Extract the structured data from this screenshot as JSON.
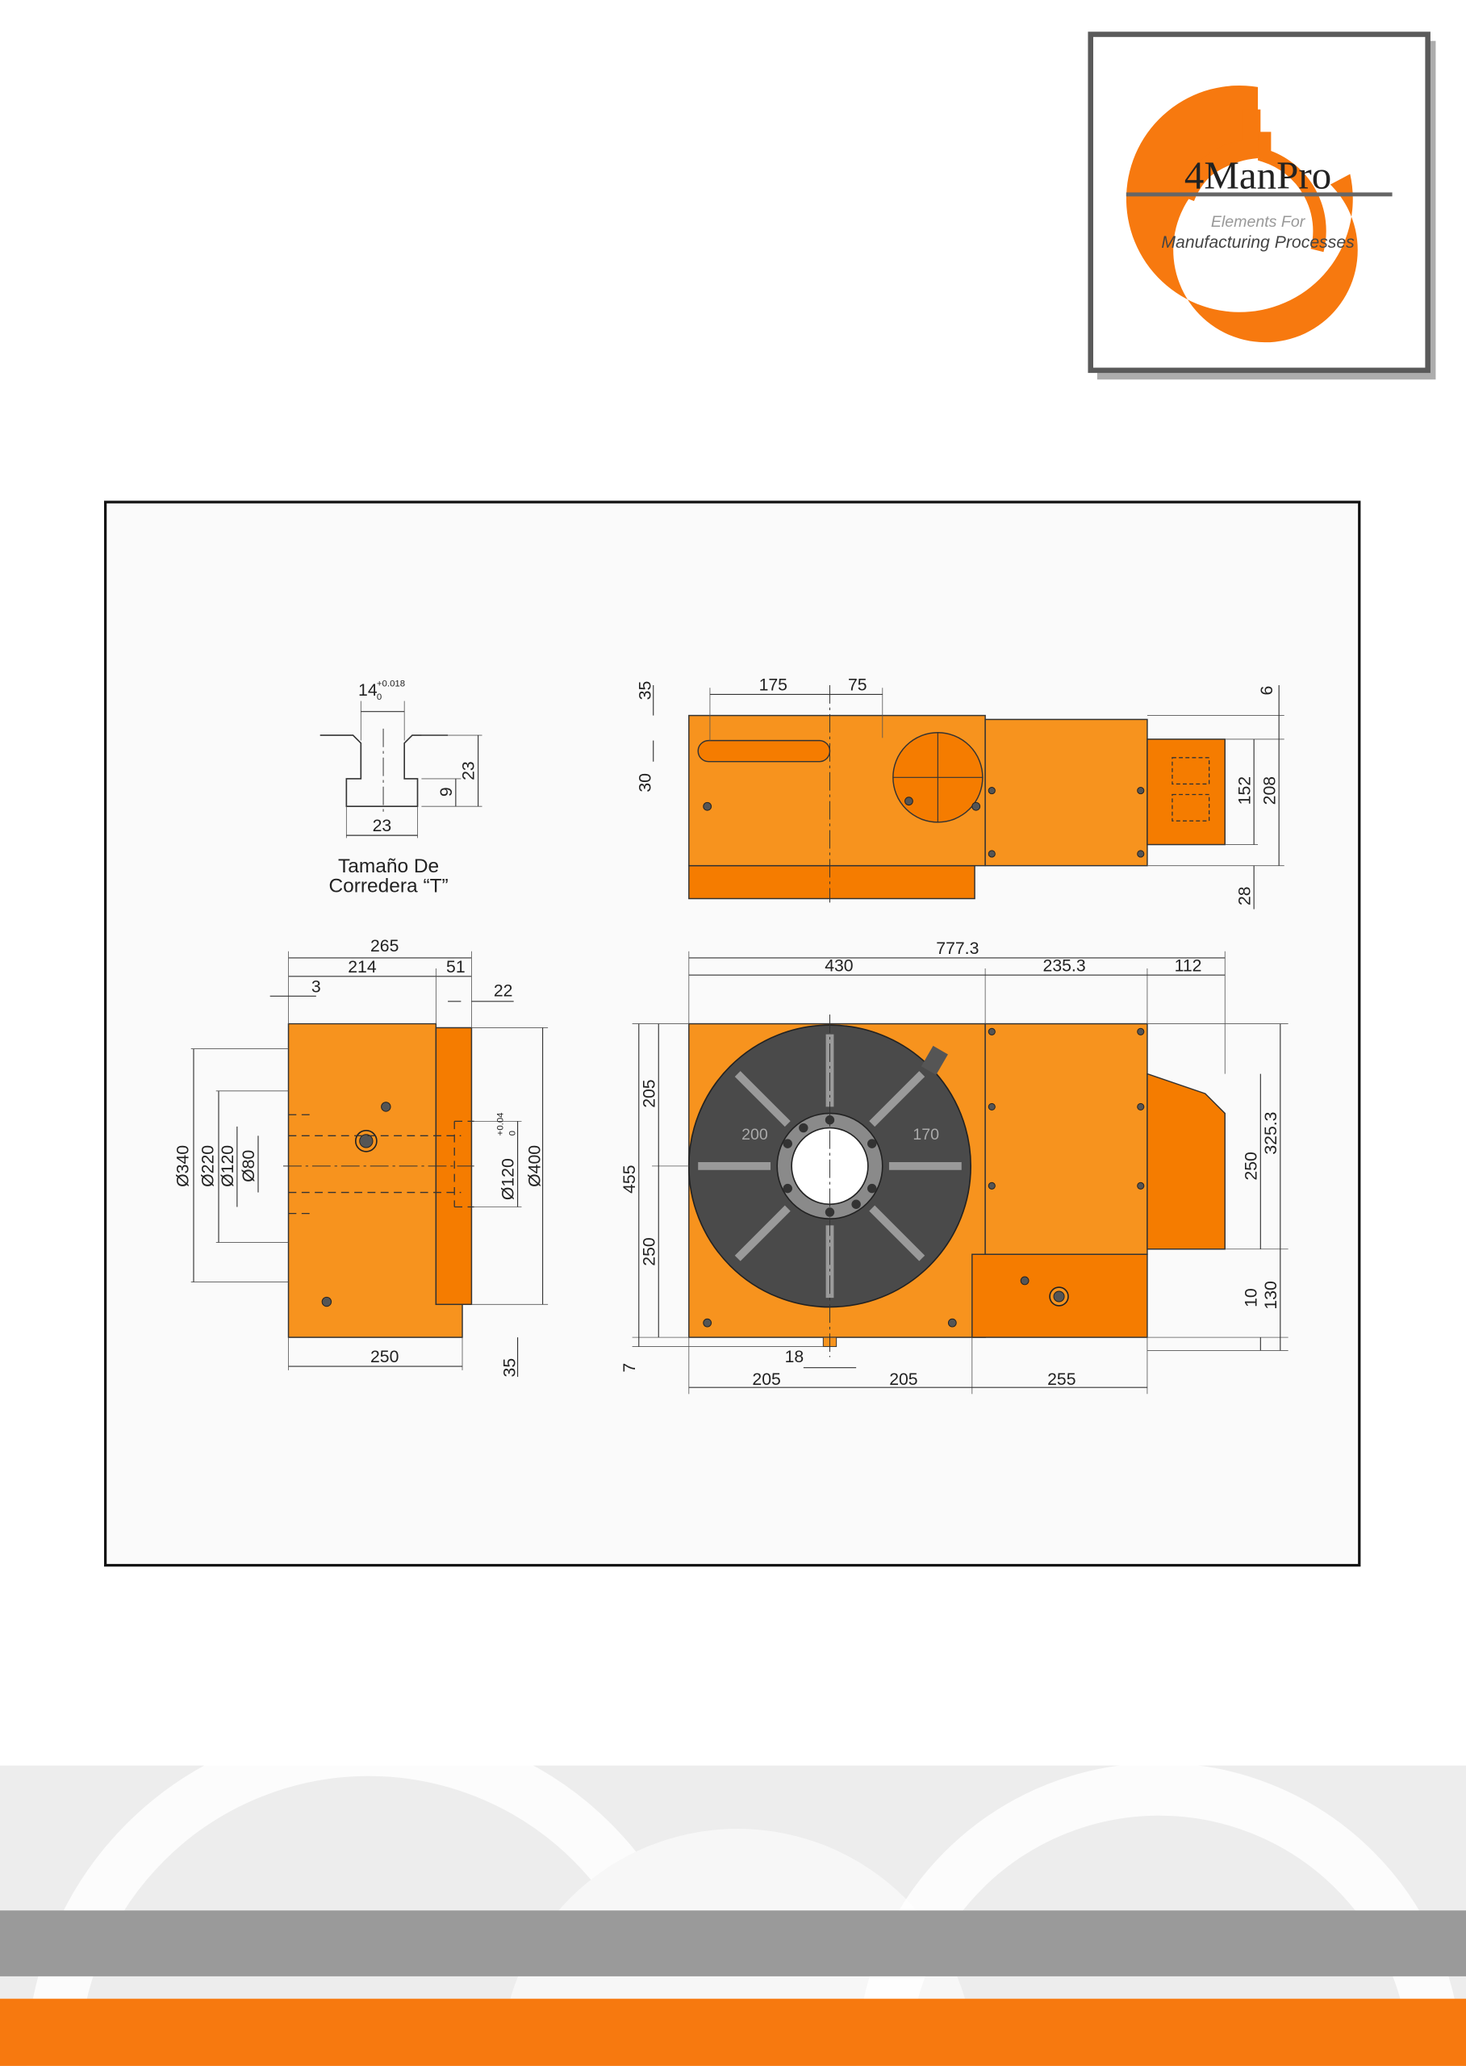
{
  "logo": {
    "brand": "4ManPro",
    "tagline_1": "Elements For",
    "tagline_2": "Manufacturing Processes"
  },
  "colors": {
    "orange": "#f7931e",
    "orange_dark": "#f57c00",
    "table_gray": "#4a4a4a",
    "footer_gray": "#9a9a9a",
    "footer_orange": "#f7790f"
  },
  "tslot": {
    "width": "14",
    "tol_upper": "+0.018",
    "tol_lower": "0",
    "height": "23",
    "head": "9",
    "base": "23",
    "caption_1": "Tamaño De",
    "caption_2": "Corredera “T”"
  },
  "top_view": {
    "d175": "175",
    "d75": "75",
    "d35": "35",
    "d30": "30",
    "d6": "6",
    "d152": "152",
    "d208": "208",
    "d28": "28"
  },
  "side_view": {
    "d265": "265",
    "d214": "214",
    "d51": "51",
    "d3": "3",
    "d22": "22",
    "d340": "Ø340",
    "d220": "Ø220",
    "d120": "Ø120",
    "d80": "Ø80",
    "d120tol": "Ø120",
    "tol_upper": "+0.04",
    "tol_lower": "0",
    "d400": "Ø400",
    "d250": "250",
    "d35": "35"
  },
  "plan_view": {
    "d777": "777.3",
    "d430": "430",
    "d235": "235.3",
    "d112": "112",
    "d205v": "205",
    "d250v": "250",
    "d455": "455",
    "d7": "7",
    "d18": "18",
    "d205a": "205",
    "d205b": "205",
    "d255": "255",
    "d325": "325.3",
    "d250r": "250",
    "d130": "130",
    "d10": "10",
    "t200": "200",
    "t170": "170"
  }
}
